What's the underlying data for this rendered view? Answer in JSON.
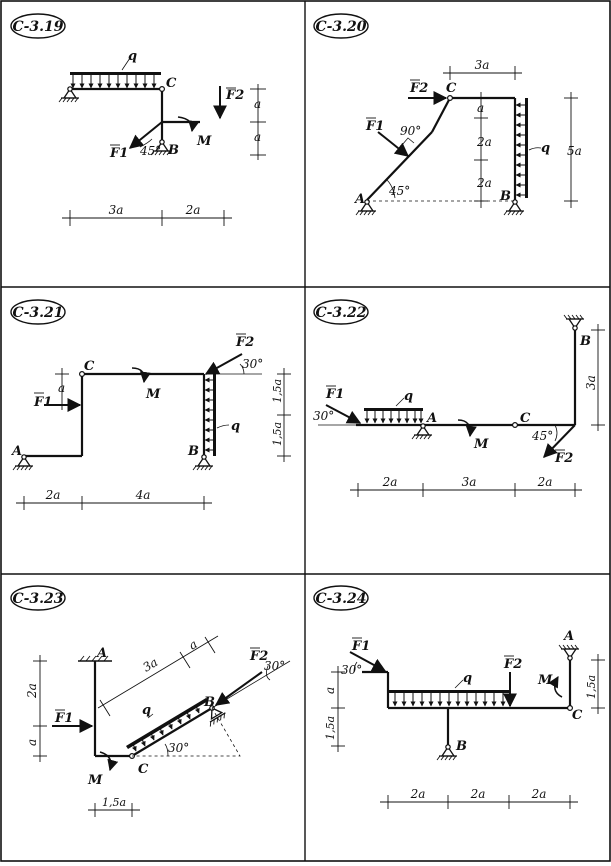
{
  "panels": [
    {
      "title": "C-3.19",
      "labels": {
        "q": "q",
        "C": "C",
        "F2": "F2",
        "F1": "F1",
        "B": "B",
        "M": "M",
        "angle": "45°"
      },
      "dims": {
        "h1": "a",
        "h2": "a",
        "w1": "3a",
        "w2": "2a"
      }
    },
    {
      "title": "C-3.20",
      "labels": {
        "F2": "F2",
        "C": "C",
        "F1": "F1",
        "angle90": "90°",
        "A": "A",
        "angle45": "45°",
        "B": "B",
        "q": "q"
      },
      "dims": {
        "top": "3a",
        "v1": "a",
        "v2": "2a",
        "v3": "2a",
        "right": "5a"
      }
    },
    {
      "title": "C-3.21",
      "labels": {
        "C": "C",
        "F1": "F1",
        "A": "A",
        "M": "M",
        "F2": "F2",
        "angle": "30°",
        "q": "q",
        "B": "B"
      },
      "dims": {
        "left_a": "a",
        "r1": "1,5a",
        "r2": "1,5a",
        "w1": "2a",
        "w2": "4a"
      }
    },
    {
      "title": "C-3.22",
      "labels": {
        "F1": "F1",
        "angle30": "30°",
        "q": "q",
        "A": "A",
        "M": "M",
        "C": "C",
        "B": "B",
        "angle45": "45°",
        "F2": "F2"
      },
      "dims": {
        "v": "3a",
        "w1": "2a",
        "w2": "3a",
        "w3": "2a"
      }
    },
    {
      "title": "C-3.23",
      "labels": {
        "A": "A",
        "F1": "F1",
        "M": "M",
        "C": "C",
        "q": "q",
        "B": "B",
        "F2": "F2",
        "angle30a": "30°",
        "angle30b": "30°"
      },
      "dims": {
        "v1": "2a",
        "v2": "a",
        "d1": "3a",
        "d2": "a",
        "w": "1,5a"
      }
    },
    {
      "title": "C-3.24",
      "labels": {
        "F1": "F1",
        "angle": "30°",
        "q": "q",
        "F2": "F2",
        "A": "A",
        "M": "M",
        "C": "C",
        "B": "B"
      },
      "dims": {
        "l1": "a",
        "l2": "1,5a",
        "r": "1,5a",
        "w1": "2a",
        "w2": "2a",
        "w3": "2a"
      }
    }
  ]
}
